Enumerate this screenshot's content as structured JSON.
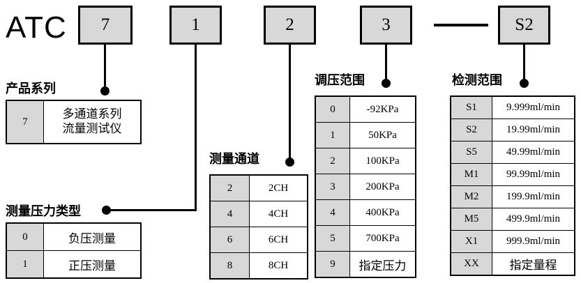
{
  "model": {
    "prefix": "ATC",
    "separator_dash": "—",
    "code_boxes": [
      {
        "name": "series",
        "value": "7"
      },
      {
        "name": "pressure-type",
        "value": "1"
      },
      {
        "name": "channels",
        "value": "2"
      },
      {
        "name": "pressure-range",
        "value": "3"
      },
      {
        "name": "detection-range",
        "value": "S2"
      }
    ]
  },
  "sections": {
    "product_series": {
      "caption": "产品系列",
      "rows": [
        {
          "code": "7",
          "value": "多通道系列\n流量测试仪",
          "line1": "多通道系列",
          "line2": "流量测试仪"
        }
      ]
    },
    "pressure_type": {
      "caption": "测量压力类型",
      "rows": [
        {
          "code": "0",
          "value": "负压测量"
        },
        {
          "code": "1",
          "value": "正压测量"
        }
      ]
    },
    "measure_channel": {
      "caption": "测量通道",
      "rows": [
        {
          "code": "2",
          "value": "2CH"
        },
        {
          "code": "4",
          "value": "4CH"
        },
        {
          "code": "6",
          "value": "6CH"
        },
        {
          "code": "8",
          "value": "8CH"
        }
      ]
    },
    "pressure_range": {
      "caption": "调压范围",
      "rows": [
        {
          "code": "0",
          "value": "-92KPa"
        },
        {
          "code": "1",
          "value": "50KPa"
        },
        {
          "code": "2",
          "value": "100KPa"
        },
        {
          "code": "3",
          "value": "200KPa"
        },
        {
          "code": "4",
          "value": "400KPa"
        },
        {
          "code": "5",
          "value": "700KPa"
        },
        {
          "code": "9",
          "value": "指定压力"
        }
      ]
    },
    "detection_range": {
      "caption": "检测范围",
      "rows": [
        {
          "code": "S1",
          "value": "9.999ml/min"
        },
        {
          "code": "S2",
          "value": "19.99ml/min"
        },
        {
          "code": "S5",
          "value": "49.99ml/min"
        },
        {
          "code": "M1",
          "value": "99.99ml/min"
        },
        {
          "code": "M2",
          "value": "199.9ml/min"
        },
        {
          "code": "M5",
          "value": "499.9ml/min"
        },
        {
          "code": "X1",
          "value": "999.9ml/min"
        },
        {
          "code": "XX",
          "value": "指定量程"
        }
      ]
    }
  },
  "colors": {
    "code_cell_fill": "#d8d8d8",
    "line": "#000000",
    "background": "#ffffff"
  }
}
